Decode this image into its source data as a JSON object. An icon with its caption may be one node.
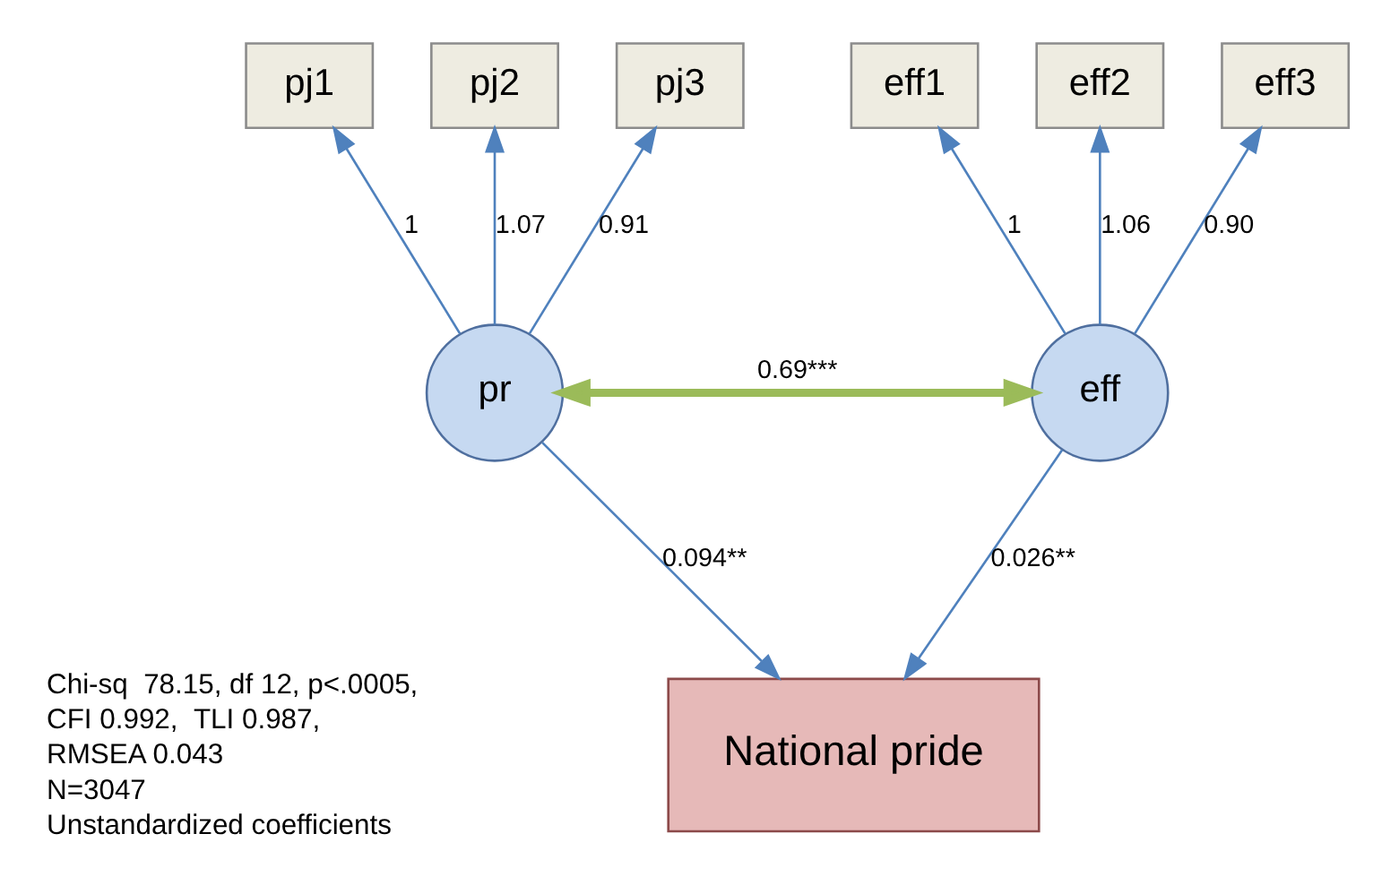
{
  "diagram": {
    "nodes": [
      {
        "text": [
          "pj1"
        ]
      },
      {
        "text": [
          "pj2"
        ]
      },
      {
        "text": [
          "pj3"
        ]
      },
      {
        "text": [
          "eff1"
        ]
      },
      {
        "text": [
          "eff2"
        ]
      },
      {
        "text": [
          "eff3"
        ]
      },
      {
        "text": [
          "pr"
        ]
      },
      {
        "text": [
          "eff"
        ]
      },
      {
        "text": [
          "National pride"
        ]
      }
    ],
    "edges": [
      {
        "from": 6,
        "to": 0,
        "arrow": "to",
        "label": "1"
      },
      {
        "from": 6,
        "to": 1,
        "arrow": "to",
        "label": "1.07"
      },
      {
        "from": 6,
        "to": 2,
        "arrow": "to",
        "label": "0.91"
      },
      {
        "from": 7,
        "to": 3,
        "arrow": "to",
        "label": "1"
      },
      {
        "from": 7,
        "to": 4,
        "arrow": "to",
        "label": "1.06"
      },
      {
        "from": 7,
        "to": 5,
        "arrow": "to",
        "label": "0.90"
      },
      {
        "from": 6,
        "to": 7,
        "arrow": "both",
        "label": "0.69***",
        "style": "thick",
        "color": "#9bbb59"
      },
      {
        "from": 6,
        "to": 8,
        "arrow": "to",
        "label": "0.094**"
      },
      {
        "from": 7,
        "to": 8,
        "arrow": "to",
        "label": "0.026**"
      }
    ],
    "labels": [
      "Chi-sq  78.15, df 12, p<.0005,",
      "CFI 0.992,  TLI 0.987,",
      "RMSEA 0.043",
      "N=3047",
      "Unstandardized coefficients"
    ]
  }
}
